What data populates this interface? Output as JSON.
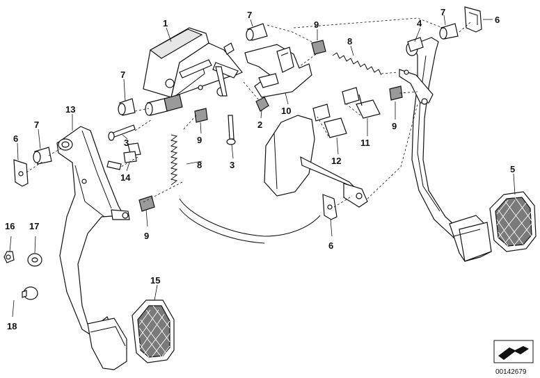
{
  "callouts": [
    "1",
    "7",
    "9",
    "8",
    "4",
    "7",
    "6",
    "7",
    "13",
    "7",
    "6",
    "3",
    "2",
    "10",
    "14",
    "9",
    "8",
    "3",
    "12",
    "11",
    "9",
    "5",
    "16",
    "17",
    "9",
    "6",
    "15",
    "18"
  ],
  "reference_number": "00142679",
  "colors": {
    "line": "#111111",
    "background": "#ffffff",
    "rubber_pad": "#7a7a7a"
  }
}
